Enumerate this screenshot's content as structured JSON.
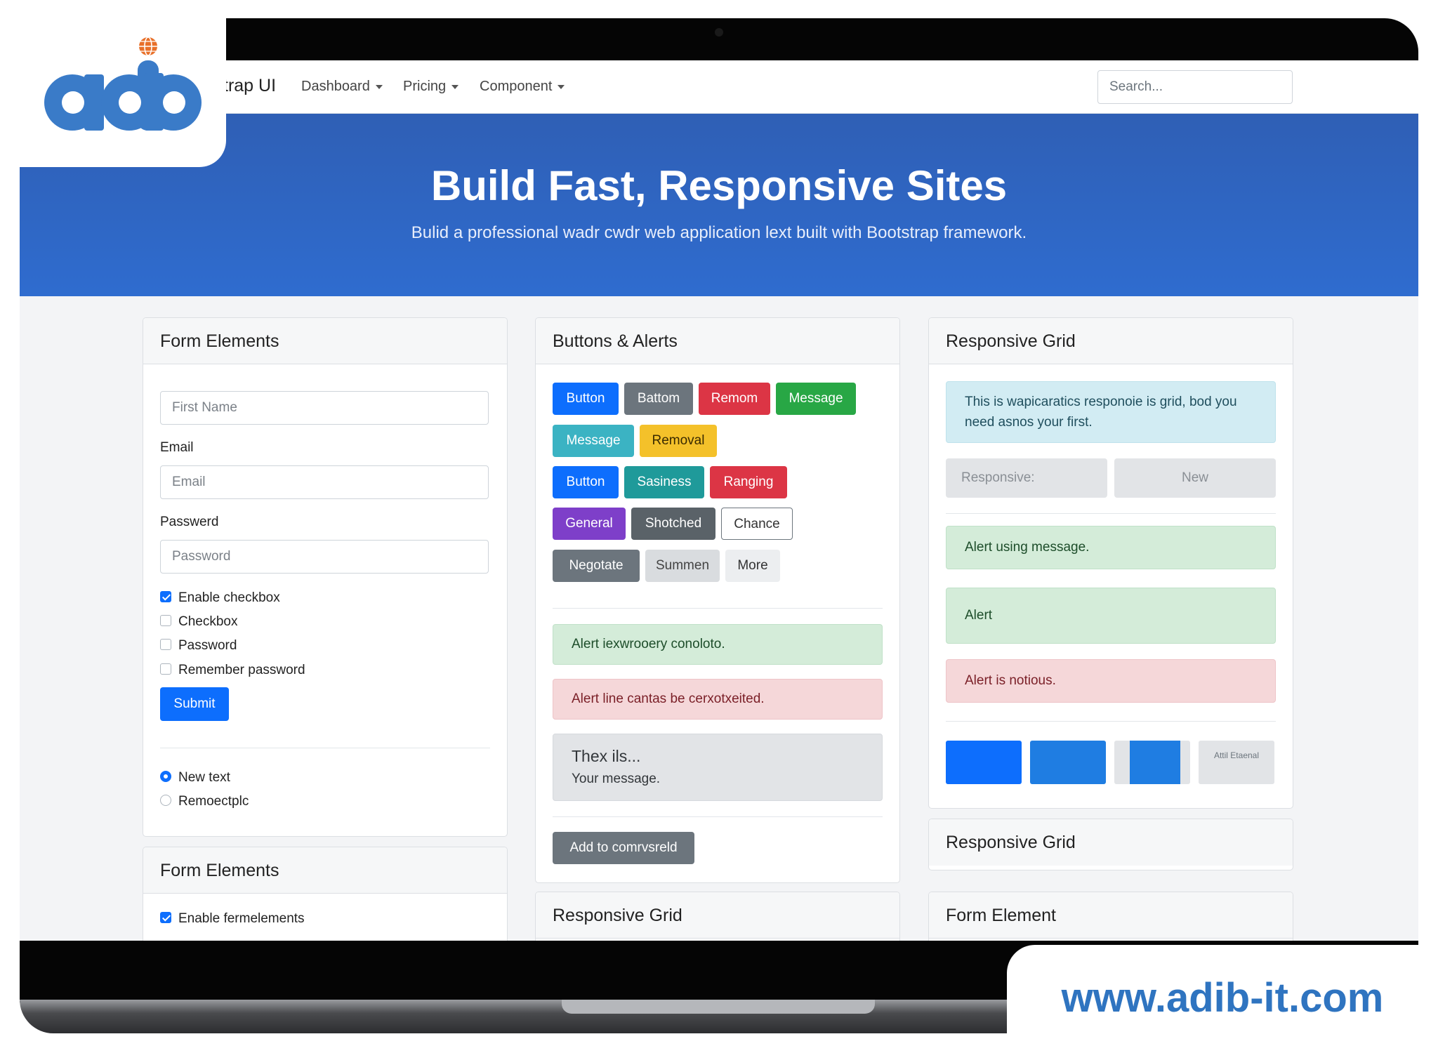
{
  "brand": {
    "logo_text": "adb",
    "url": "www.adib-it.com",
    "color": "#3a7bc8"
  },
  "navbar": {
    "brand_text": "trap UI",
    "items": [
      {
        "label": "Dashboard"
      },
      {
        "label": "Pricing"
      },
      {
        "label": "Component"
      }
    ],
    "search_placeholder": "Search..."
  },
  "hero": {
    "title": "Build Fast, Responsive Sites",
    "subtitle": "Bulid a professional wadr cwdr web application lext built with Bootstrap framework."
  },
  "form_card": {
    "title": "Form Elements",
    "first_name_placeholder": "First Name",
    "email_label": "Email",
    "email_placeholder": "Email",
    "password_label": "Passwerd",
    "password_placeholder": "Password",
    "checkboxes": [
      {
        "label": "Enable checkbox",
        "checked": true
      },
      {
        "label": "Checkbox",
        "checked": false
      },
      {
        "label": "Password",
        "checked": false
      },
      {
        "label": "Remember password",
        "checked": false
      }
    ],
    "submit_label": "Submit",
    "radios": [
      {
        "label": "New text",
        "checked": true
      },
      {
        "label": "Remoectplc",
        "checked": false
      }
    ]
  },
  "form_card2": {
    "title": "Form Elements",
    "checkbox_label": "Enable fermelements",
    "checkbox_checked": true
  },
  "buttons_card": {
    "title": "Buttons & Alerts",
    "button_rows": [
      [
        {
          "label": "Button",
          "color": "#0d6efd"
        },
        {
          "label": "Battom",
          "color": "#6c757d"
        },
        {
          "label": "Remom",
          "color": "#dc3545"
        },
        {
          "label": "Message",
          "color": "#28a745"
        }
      ],
      [
        {
          "label": "Message",
          "color": "#3bb3c3"
        },
        {
          "label": "Removal",
          "color": "#f4c12a"
        }
      ],
      [
        {
          "label": "Button",
          "color": "#0d6efd"
        },
        {
          "label": "Sasiness",
          "color": "#1f9a9a"
        },
        {
          "label": "Ranging",
          "color": "#dc3545"
        }
      ],
      [
        {
          "label": "General",
          "color": "#7e3fc9"
        },
        {
          "label": "Shotched",
          "color": "#5a6268"
        },
        {
          "label": "Chance",
          "color": "#ffffff"
        }
      ],
      [
        {
          "label": "Negotate",
          "color": "#6c757d"
        },
        {
          "label": "Summen",
          "color": "#d9dcdf"
        },
        {
          "label": "More",
          "color": "#eceef0"
        }
      ]
    ],
    "alert_success": "Alert iexwrooery conoloto.",
    "alert_danger": "Alert line cantas be cerxotxeited.",
    "alert_secondary_title": "Thex ils...",
    "alert_secondary_body": "Your message.",
    "action_button": "Add to comrvsreld"
  },
  "buttons_card2": {
    "title": "Responsive Grid"
  },
  "grid_card": {
    "title": "Responsive Grid",
    "info_text": "This is wapicaratics responoie is grid, bod you need asnos your first.",
    "grid_cells": [
      "Responsive:",
      "New"
    ],
    "alerts": [
      "Alert using message.",
      "Alert",
      "Alert is notious."
    ],
    "tile_last_label": "Attil Etaenal",
    "tile_colors": [
      "#0d6efd",
      "#1f7de2",
      "#1f7de2"
    ]
  },
  "grid_card2": {
    "title": "Responsive Grid"
  },
  "grid_card3": {
    "title": "Form Element"
  }
}
